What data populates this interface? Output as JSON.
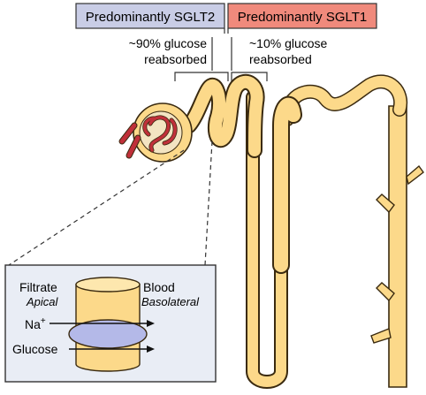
{
  "labels": {
    "sglt2_box": "Predominantly SGLT2",
    "sglt1_box": "Predominantly SGLT1",
    "sglt2_pct_line1": "~90% glucose",
    "sglt2_pct_line2": "reabsorbed",
    "sglt1_pct_line1": "~10% glucose",
    "sglt1_pct_line2": "reabsorbed"
  },
  "inset": {
    "filtrate": "Filtrate",
    "apical": "Apical",
    "blood": "Blood",
    "basolateral": "Basolateral",
    "na": "Na",
    "na_sup": "+",
    "glucose": "Glucose"
  },
  "colors": {
    "sglt2_fill": "#c9cde6",
    "sglt1_fill": "#f08a7c",
    "tubule_fill": "#fcd98a",
    "tubule_stroke": "#3a2a10",
    "glomerulus_red": "#c0303a",
    "inset_bg": "#e9edf5",
    "transporter_fill": "#b4b9e8"
  }
}
